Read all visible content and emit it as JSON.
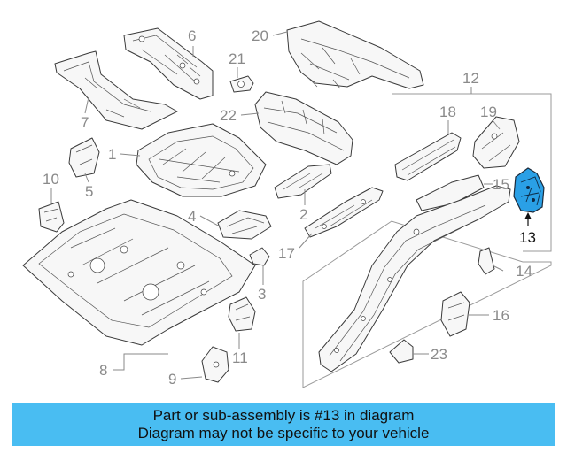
{
  "diagram": {
    "highlighted_part": "13",
    "callouts": [
      {
        "id": "c1",
        "text": "1"
      },
      {
        "id": "c2",
        "text": "2"
      },
      {
        "id": "c3",
        "text": "3"
      },
      {
        "id": "c4",
        "text": "4"
      },
      {
        "id": "c5",
        "text": "5"
      },
      {
        "id": "c6",
        "text": "6"
      },
      {
        "id": "c7",
        "text": "7"
      },
      {
        "id": "c8",
        "text": "8"
      },
      {
        "id": "c9",
        "text": "9"
      },
      {
        "id": "c10",
        "text": "10"
      },
      {
        "id": "c11",
        "text": "11"
      },
      {
        "id": "c12",
        "text": "12"
      },
      {
        "id": "c13",
        "text": "13"
      },
      {
        "id": "c14",
        "text": "14"
      },
      {
        "id": "c15",
        "text": "15"
      },
      {
        "id": "c16",
        "text": "16"
      },
      {
        "id": "c17",
        "text": "17"
      },
      {
        "id": "c18",
        "text": "18"
      },
      {
        "id": "c19",
        "text": "19"
      },
      {
        "id": "c20",
        "text": "20"
      },
      {
        "id": "c21",
        "text": "21"
      },
      {
        "id": "c22",
        "text": "22"
      },
      {
        "id": "c23",
        "text": "23"
      }
    ],
    "colors": {
      "highlight": "#2aa0e6",
      "banner": "#49bdf2",
      "line": "#3a3a3a",
      "callout": "#8a8a8a"
    }
  },
  "footer": {
    "line1": "Part or sub-assembly is #13 in diagram",
    "line2": "Diagram may not be specific to your vehicle"
  }
}
